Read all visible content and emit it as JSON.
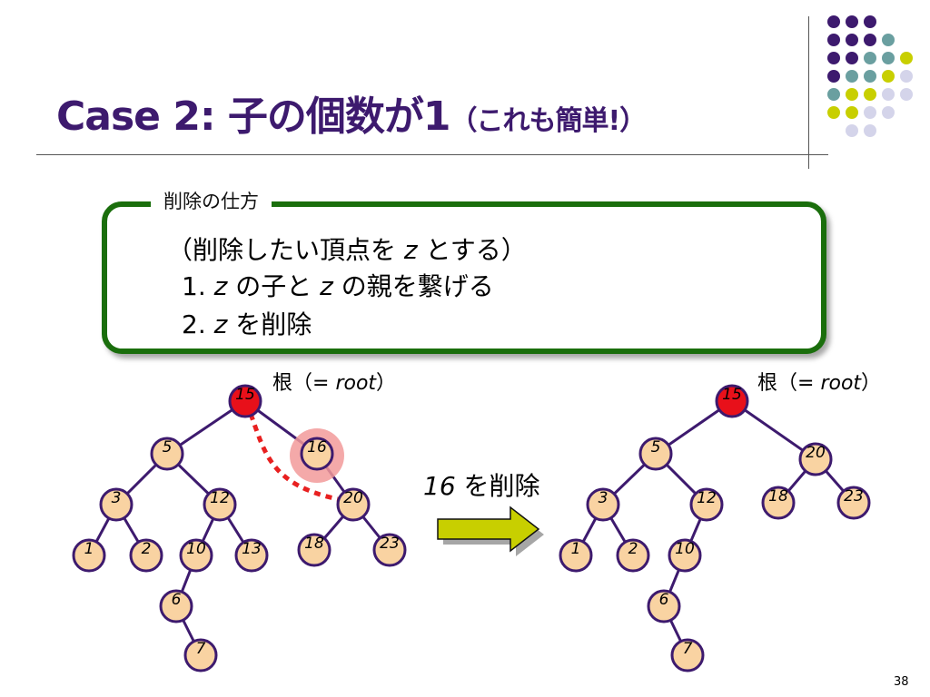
{
  "title": {
    "main": "Case 2: 子の個数が1",
    "sub": "（これも簡単!）"
  },
  "method_box": {
    "label": "削除の仕方",
    "intro_prefix": "（削除したい頂点を",
    "intro_var": "z",
    "intro_suffix": "とする）",
    "step1_prefix": "1.",
    "step1_var1": "z",
    "step1_mid": "の子と",
    "step1_var2": "z",
    "step1_suffix": "の親を繋げる",
    "step2_prefix": "2.",
    "step2_var": "z",
    "step2_suffix": "を削除"
  },
  "root_label": {
    "prefix": "根（= ",
    "word": "root",
    "suffix": "）"
  },
  "delete_label": {
    "number": "16",
    "text": "を削除"
  },
  "colors": {
    "title": "#3d1a6e",
    "box_border": "#1a6e0c",
    "node_fill": "#f9d3a2",
    "node_border": "#3d1a6e",
    "root_fill": "#e8101a",
    "edge": "#3d1a6e",
    "dashed_link": "#e82020",
    "highlight": "#f29a9a",
    "arrow_fill": "#c8cf00",
    "dot_purple": "#3d1a6e",
    "dot_teal": "#6a9fa0",
    "dot_yellow": "#c8cf00",
    "dot_lavender": "#d4d4ea"
  },
  "trees": {
    "before": {
      "nodes": [
        "15",
        "5",
        "16",
        "3",
        "12",
        "20",
        "1",
        "2",
        "10",
        "13",
        "18",
        "23",
        "6",
        "7"
      ],
      "deleted_node": "16"
    },
    "after": {
      "nodes": [
        "15",
        "5",
        "20",
        "3",
        "12",
        "18",
        "23",
        "1",
        "2",
        "10",
        "6",
        "7"
      ]
    }
  },
  "page_number": "38"
}
